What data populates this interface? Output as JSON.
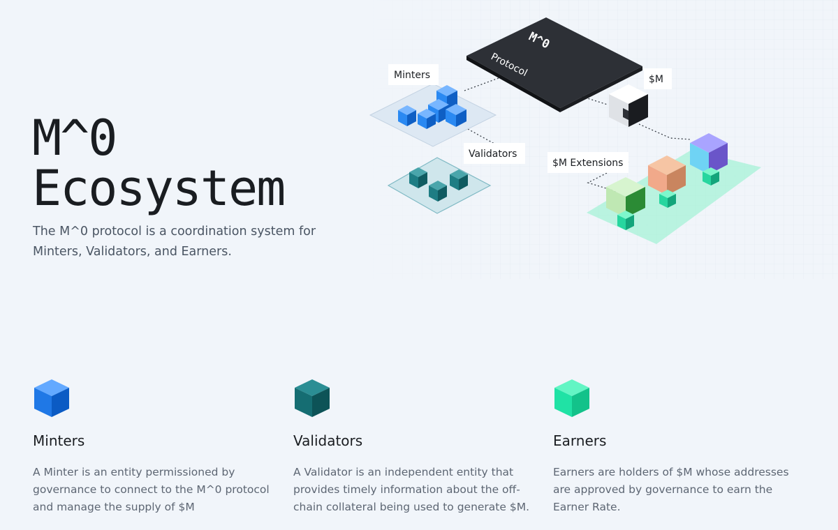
{
  "hero": {
    "title_line1": "M^0",
    "title_line2": "Ecosystem",
    "subtitle": "The M^0 protocol is a coordination system for Minters, Validators, and Earners."
  },
  "diagram": {
    "chip_logo": "M^0",
    "chip_label": "Protocol",
    "labels": {
      "minters": "Minters",
      "validators": "Validators",
      "sm": "$M",
      "extensions": "$M Extensions"
    }
  },
  "cards": [
    {
      "title": "Minters",
      "description": "A Minter is an entity permissioned by governance to connect to the M^0 protocol and manage the supply of $M",
      "icon": "blue-cube-icon",
      "color": "#1f78e6"
    },
    {
      "title": "Validators",
      "description": "A Validator is an independent entity that provides timely information about the off-chain collateral being used to generate $M.",
      "icon": "teal-cube-icon",
      "color": "#156d72"
    },
    {
      "title": "Earners",
      "description": "Earners are holders of $M whose addresses are approved by governance to earn the Earner Rate.",
      "icon": "green-cube-icon",
      "color": "#20e2a5"
    }
  ]
}
